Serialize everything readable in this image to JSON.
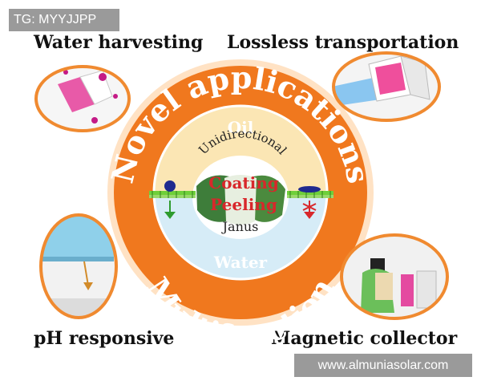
{
  "tag": "TG: MYYJJPP",
  "watermark": "www.almuniasolar.com",
  "captions": {
    "top_left": "Water harvesting",
    "top_right": "Lossless transportation",
    "bottom_left": "pH responsive",
    "bottom_right": "Magnetic collector"
  },
  "ring": {
    "top_text": "Novel applications",
    "bottom_text": "Multifunction"
  },
  "center": {
    "oil_label": "Oil",
    "water_label": "Water",
    "arc_label": "Unidirectional",
    "coating_label": "Coating",
    "peeling_label": "Peeling",
    "janus_label": "Janus"
  },
  "colors": {
    "ring_orange": "#f0781e",
    "oil_yellow": "#fbe6b4",
    "water_blue": "#d6ecf7",
    "red_text": "#d8272b"
  }
}
